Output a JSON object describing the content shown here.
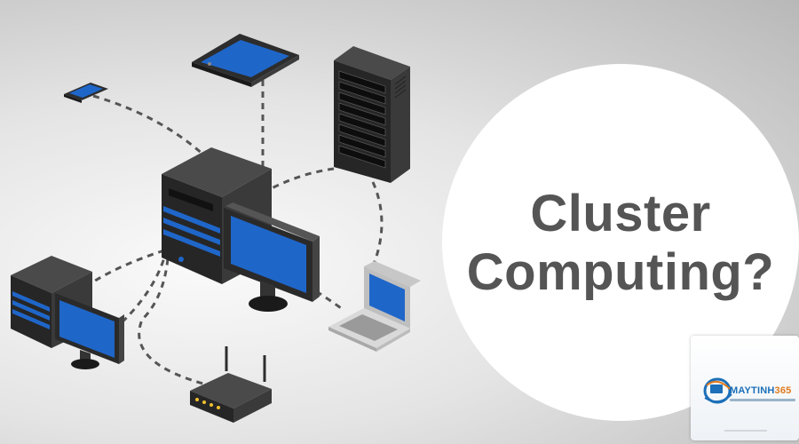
{
  "title": {
    "line1": "Cluster",
    "line2": "Computing?"
  },
  "logo": {
    "brand": "MAYTINH",
    "brand_number": "365"
  },
  "colors": {
    "screen_blue": "#1f66c9",
    "device_dark": "#2d2d2d",
    "connector": "#555555",
    "title_text": "#555555",
    "logo_blue": "#1c6fb8",
    "logo_orange": "#e07a1e"
  },
  "nodes": [
    {
      "name": "smartphone-icon"
    },
    {
      "name": "tablet-icon"
    },
    {
      "name": "server-rack-icon"
    },
    {
      "name": "central-desktop-icon"
    },
    {
      "name": "monitor-icon"
    },
    {
      "name": "laptop-icon"
    },
    {
      "name": "router-icon"
    },
    {
      "name": "left-desktop-icon"
    }
  ]
}
